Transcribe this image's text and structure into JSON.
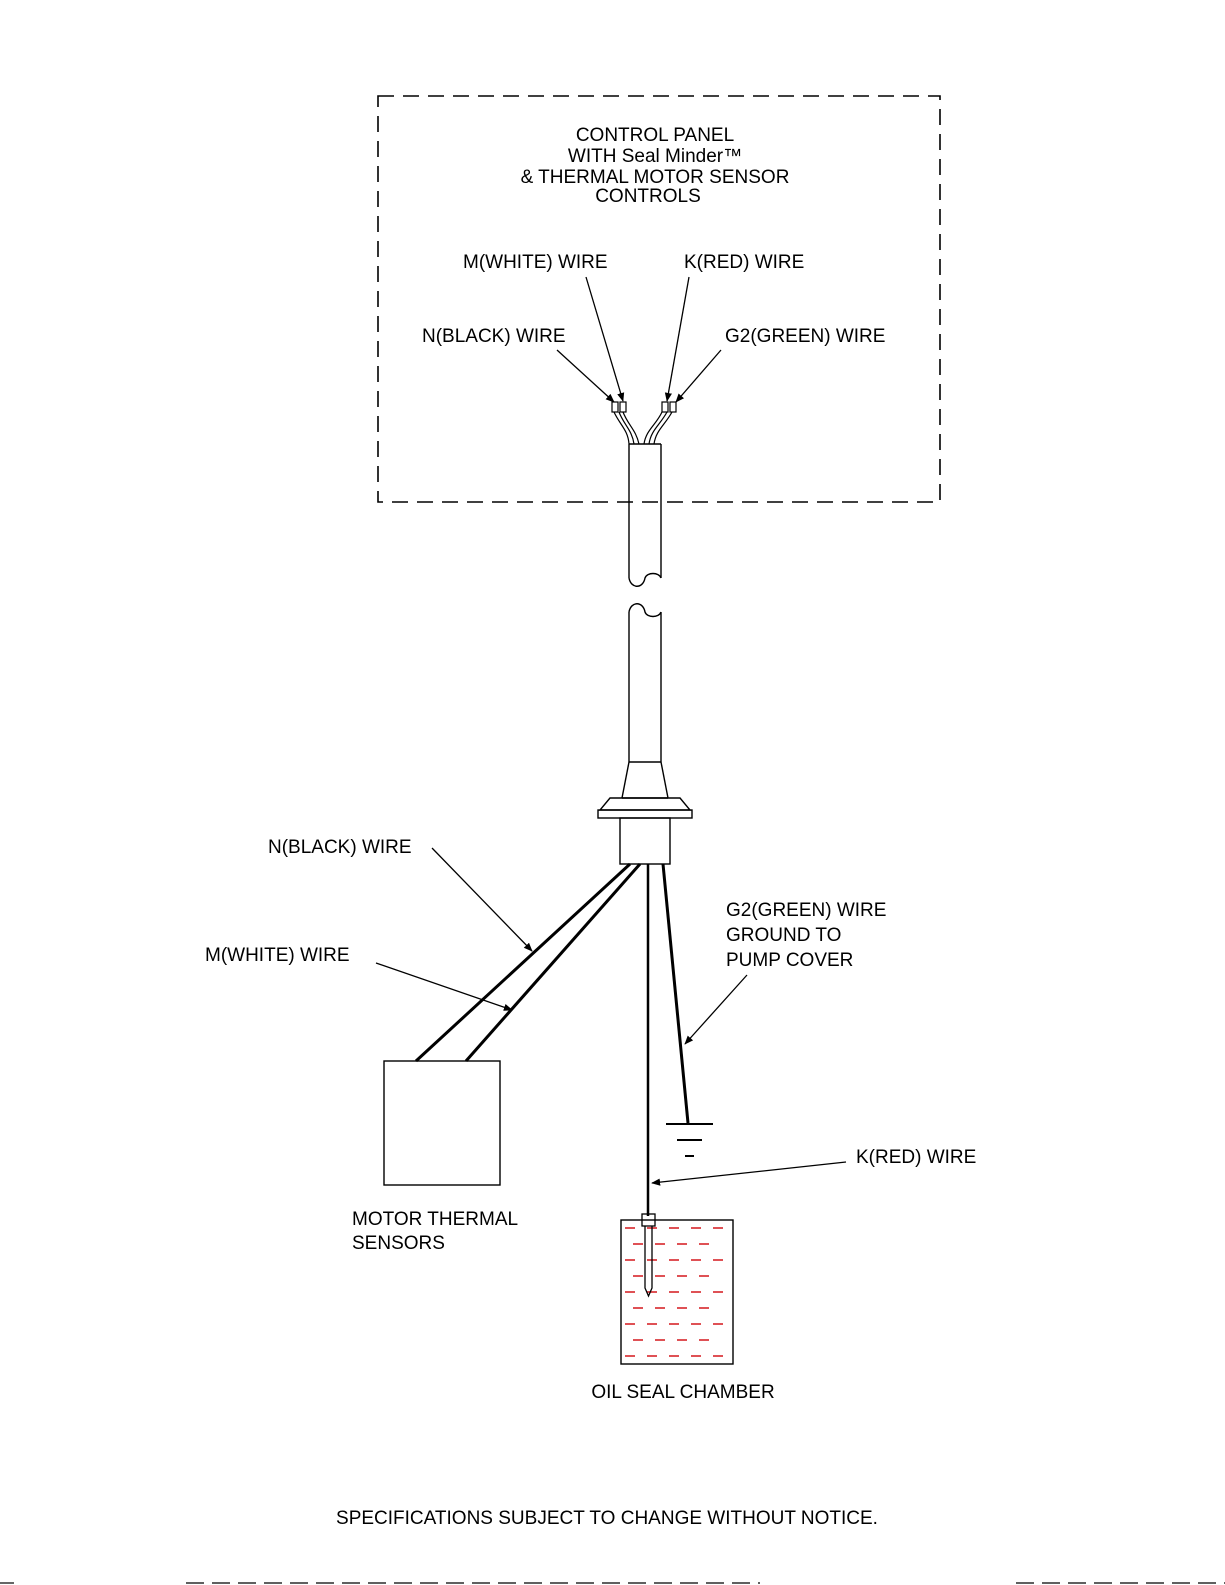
{
  "control_panel": {
    "title_lines": [
      "CONTROL PANEL",
      "WITH Seal Minder™",
      "& THERMAL MOTOR SENSOR",
      "CONTROLS"
    ],
    "wires": {
      "m_white": "M(WHITE) WIRE",
      "k_red": "K(RED) WIRE",
      "n_black": "N(BLACK) WIRE",
      "g2_green": "G2(GREEN) WIRE"
    }
  },
  "pump_side": {
    "n_black": "N(BLACK) WIRE",
    "m_white": "M(WHITE) WIRE",
    "g2_green_lines": [
      "G2(GREEN) WIRE",
      "GROUND TO",
      "PUMP COVER"
    ],
    "k_red": "K(RED) WIRE"
  },
  "components": {
    "motor_thermal_lines": [
      "MOTOR THERMAL",
      "SENSORS"
    ],
    "oil_seal_chamber": "OIL SEAL CHAMBER"
  },
  "footer": {
    "notice": "SPECIFICATIONS SUBJECT TO CHANGE WITHOUT NOTICE."
  },
  "colors": {
    "oil_dash": "#d7262b",
    "line": "#000000"
  }
}
